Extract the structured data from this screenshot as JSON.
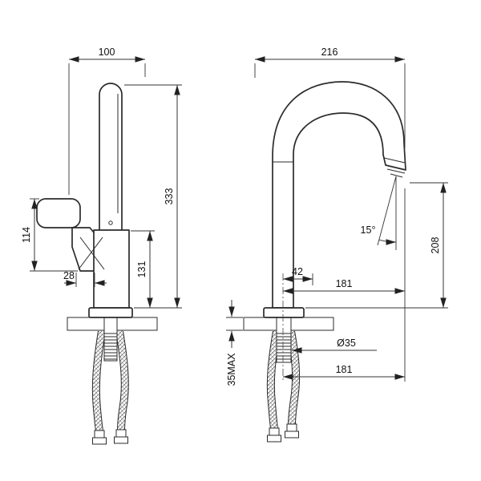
{
  "drawing": {
    "type": "technical-drawing",
    "subject": "kitchen-faucet-installation-dimensions",
    "background": "#ffffff",
    "line_color": "#2b2b2b",
    "dimension_color": "#333333"
  },
  "side_view": {
    "dim_top_width": "100",
    "dim_total_height": "333",
    "dim_handle_height": "114",
    "dim_handle_base": "28",
    "dim_body_height": "131"
  },
  "front_view": {
    "dim_top_reach": "216",
    "dim_spout_height": "208",
    "dim_spout_angle": "15°",
    "dim_center_offset": "42",
    "dim_reach_upper": "181",
    "dim_shank_diameter": "Ø35",
    "dim_deck_max": "35MAX",
    "dim_reach_lower": "181"
  }
}
